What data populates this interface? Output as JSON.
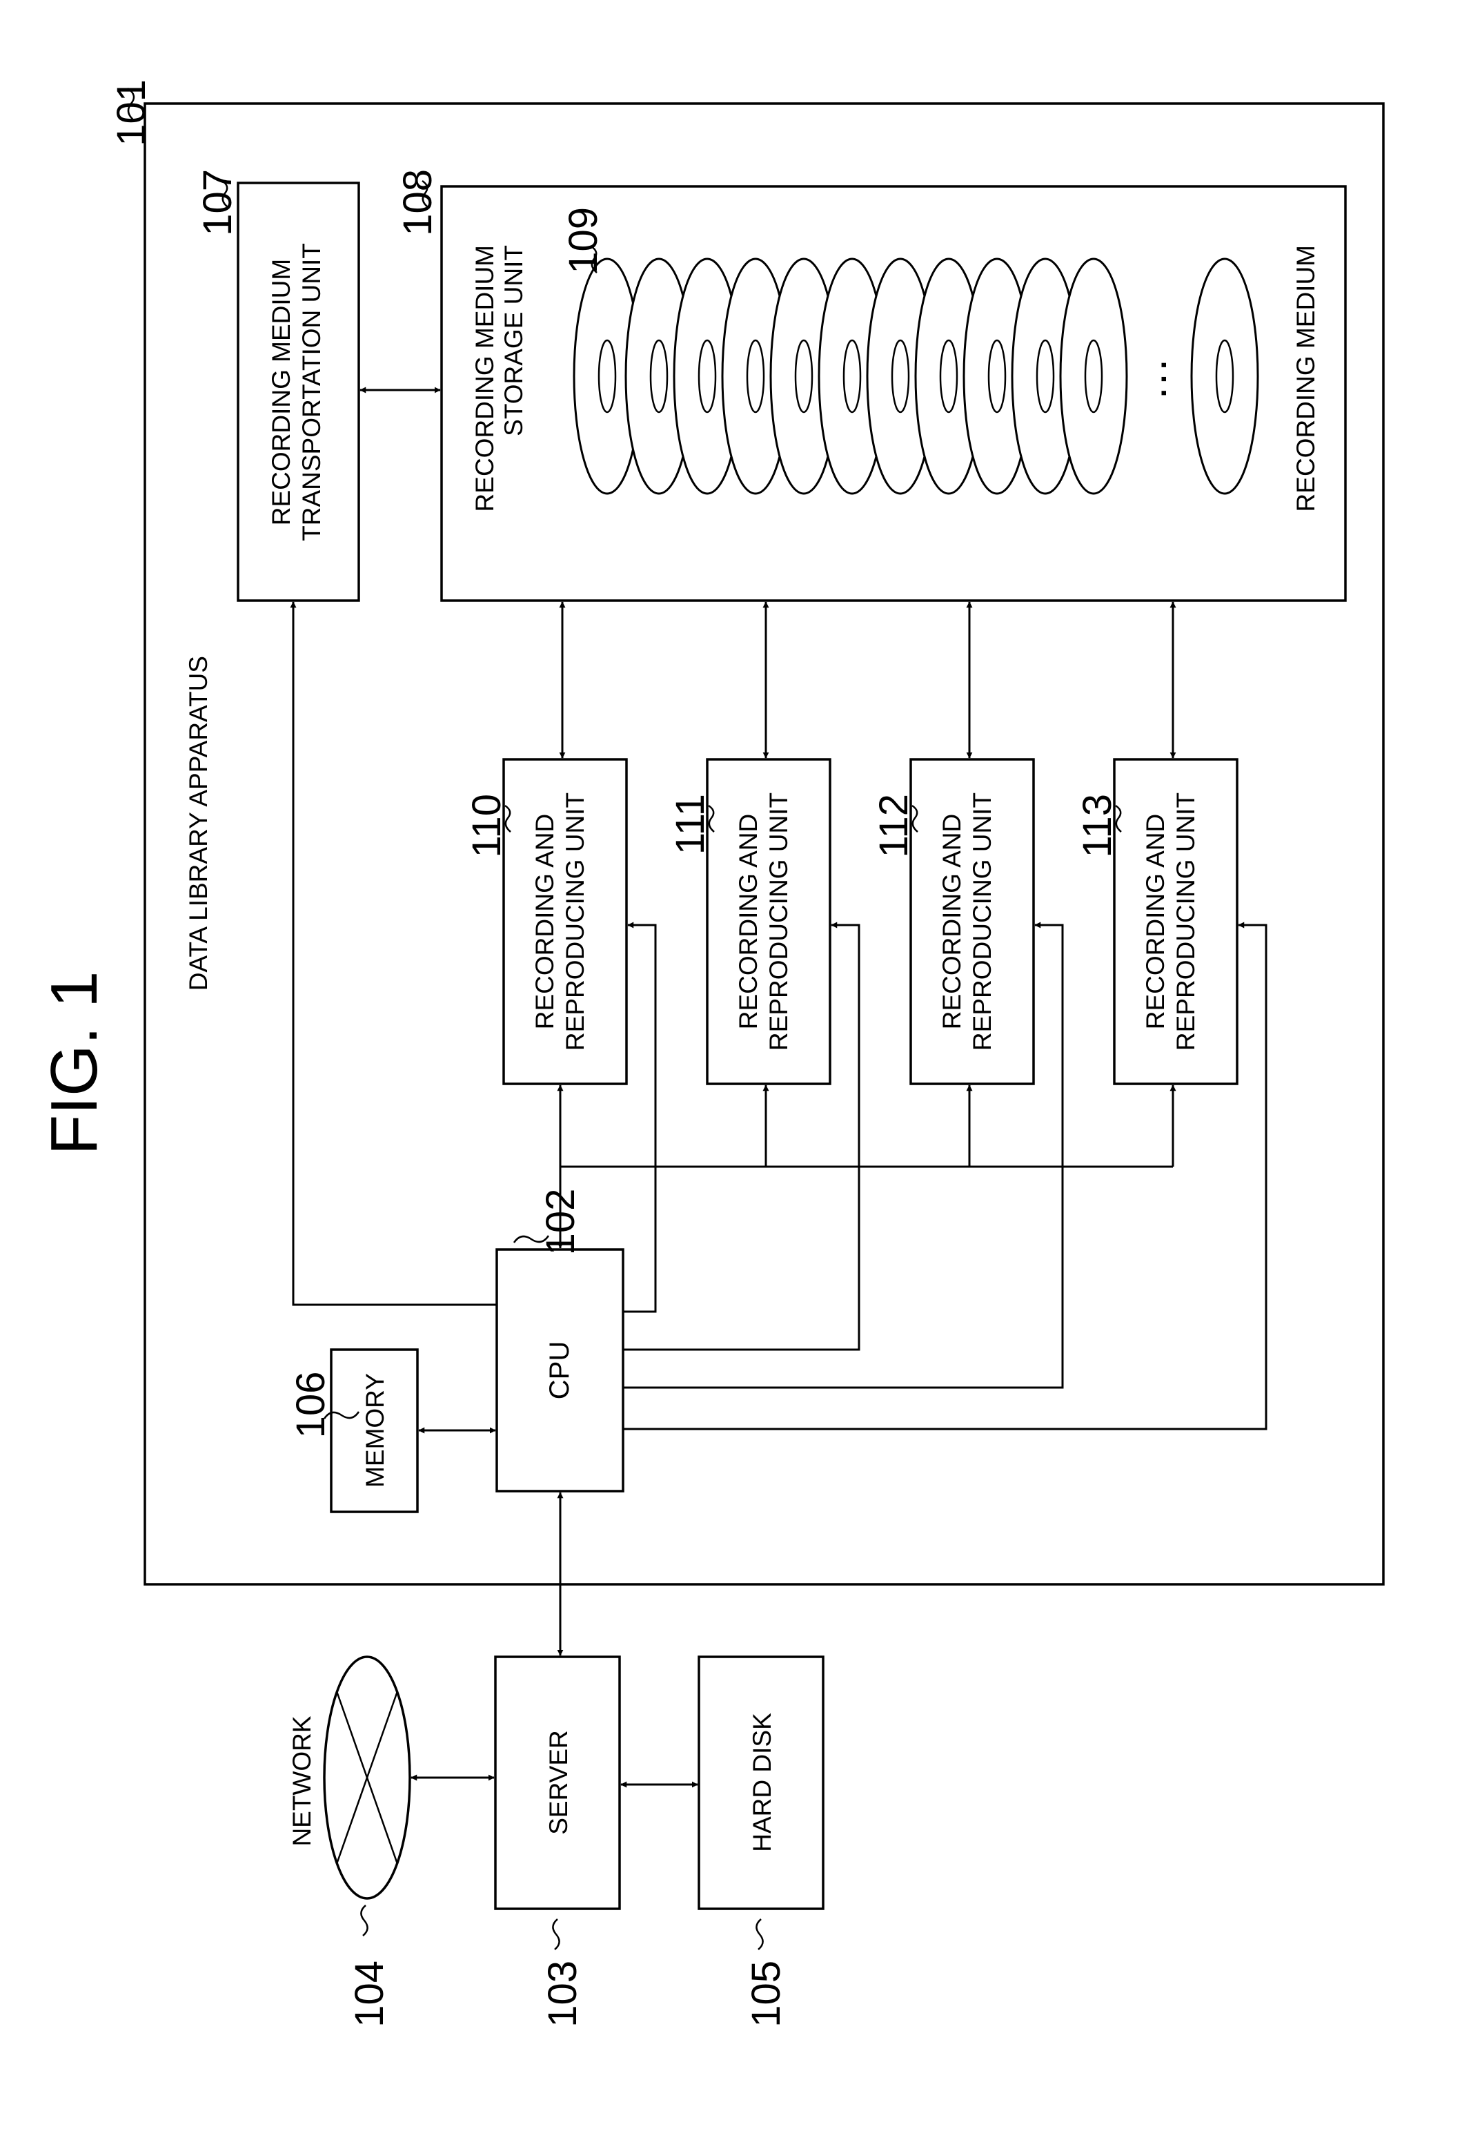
{
  "figure": {
    "title": "FIG. 1",
    "apparatus": {
      "ref": "101",
      "label": "DATA LIBRARY APPARATUS"
    },
    "cpu": {
      "ref": "102",
      "label": "CPU"
    },
    "server": {
      "ref": "103",
      "label": "SERVER"
    },
    "network": {
      "ref": "104",
      "label": "NETWORK"
    },
    "hard_disk": {
      "ref": "105",
      "label": "HARD DISK"
    },
    "memory": {
      "ref": "106",
      "label": "MEMORY"
    },
    "transport_unit": {
      "ref": "107",
      "line1": "RECORDING MEDIUM",
      "line2": "TRANSPORTATION UNIT"
    },
    "storage_unit": {
      "ref": "108",
      "line1": "RECORDING MEDIUM",
      "line2": "STORAGE UNIT"
    },
    "medium": {
      "ref": "109",
      "label": "RECORDING MEDIUM",
      "ellipsis": "..."
    },
    "rr_units": [
      {
        "ref": "110",
        "line1": "RECORDING AND",
        "line2": "REPRODUCING UNIT"
      },
      {
        "ref": "111",
        "line1": "RECORDING AND",
        "line2": "REPRODUCING UNIT"
      },
      {
        "ref": "112",
        "line1": "RECORDING AND",
        "line2": "REPRODUCING UNIT"
      },
      {
        "ref": "113",
        "line1": "RECORDING AND",
        "line2": "REPRODUCING UNIT"
      }
    ]
  }
}
